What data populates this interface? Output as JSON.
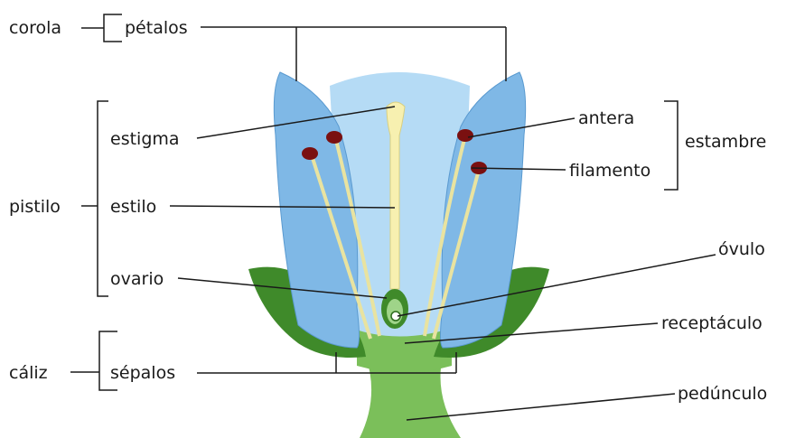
{
  "labels": {
    "corola": "corola",
    "petalos": "pétalos",
    "estigma": "estigma",
    "pistilo": "pistilo",
    "estilo": "estilo",
    "ovario": "ovario",
    "caliz": "cáliz",
    "sepalos": "sépalos",
    "antera": "antera",
    "estambre": "estambre",
    "filamento": "filamento",
    "ovulo": "óvulo",
    "receptaculo": "receptáculo",
    "pedunculo": "pedúnculo"
  },
  "colors": {
    "petal": "#7fb8e6",
    "petal_inner": "#b5dbf5",
    "sepal": "#3f8a2a",
    "stem": "#7bbf5a",
    "style": "#f7f0b0",
    "anther": "#7a1010",
    "line": "#1a1a1a"
  }
}
